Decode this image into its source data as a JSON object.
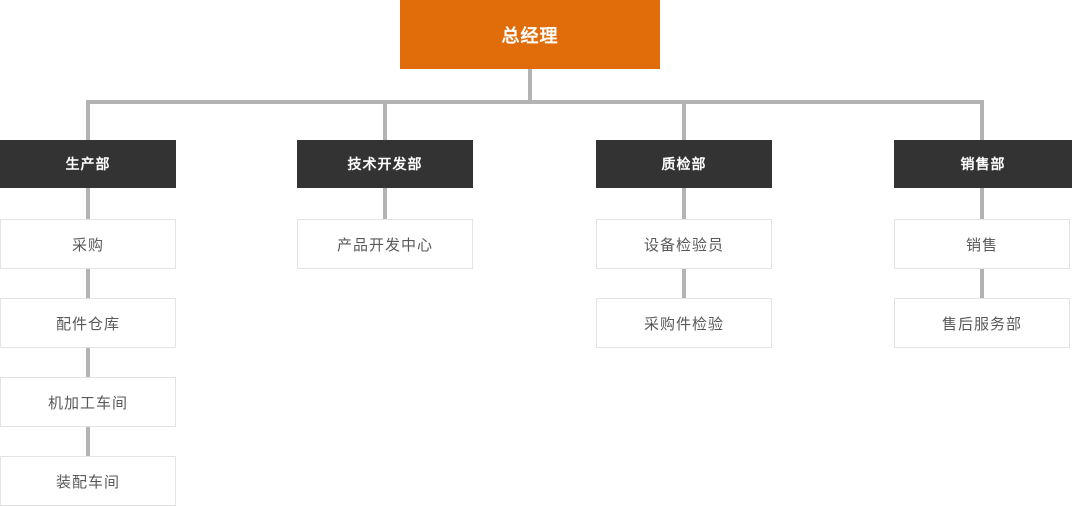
{
  "org_chart": {
    "root": {
      "label": "总经理"
    },
    "branches": [
      {
        "label": "生产部",
        "children": [
          {
            "label": "采购"
          },
          {
            "label": "配件仓库"
          },
          {
            "label": "机加工车间"
          },
          {
            "label": "装配车间"
          }
        ]
      },
      {
        "label": "技术开发部",
        "children": [
          {
            "label": "产品开发中心"
          }
        ]
      },
      {
        "label": "质检部",
        "children": [
          {
            "label": "设备检验员"
          },
          {
            "label": "采购件检验"
          }
        ]
      },
      {
        "label": "销售部",
        "children": [
          {
            "label": "销售"
          },
          {
            "label": "售后服务部"
          }
        ]
      }
    ],
    "colors": {
      "root_bg": "#e06c0a",
      "root_text": "#ffffff",
      "dept_bg": "#333333",
      "dept_text": "#ffffff",
      "leaf_bg": "#ffffff",
      "leaf_border": "#e3e3e3",
      "leaf_text": "#595959",
      "connector": "#b3b3b3"
    }
  }
}
